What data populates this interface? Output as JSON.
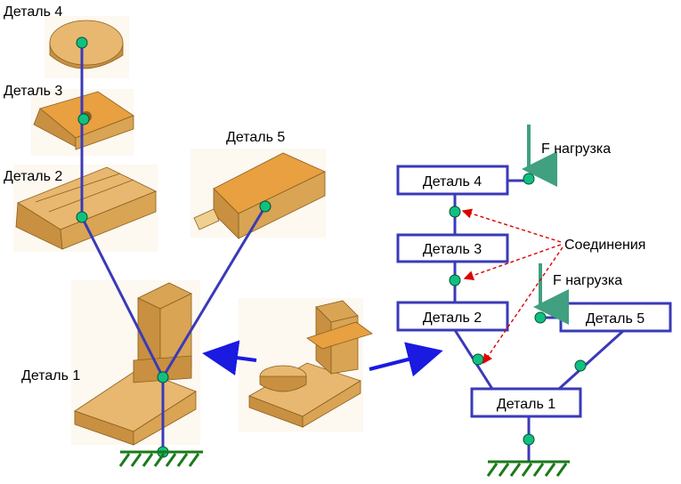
{
  "left_assembly": {
    "part4_label": "Деталь 4",
    "part3_label": "Деталь 3",
    "part2_label": "Деталь 2",
    "part5_label": "Деталь 5",
    "part1_label": "Деталь 1"
  },
  "schema": {
    "box_part4": "Деталь 4",
    "box_part3": "Деталь 3",
    "box_part2": "Деталь 2",
    "box_part5": "Деталь 5",
    "box_part1": "Деталь 1",
    "load_top": "F нагрузка",
    "load_mid": "F нагрузка",
    "connections": "Соединения"
  },
  "colors": {
    "link": "#3a3ab8",
    "node": "#10c080",
    "ground": "#1a7a1a",
    "load_arrow": "#40a080",
    "dashed_arrow": "#dd0000"
  }
}
